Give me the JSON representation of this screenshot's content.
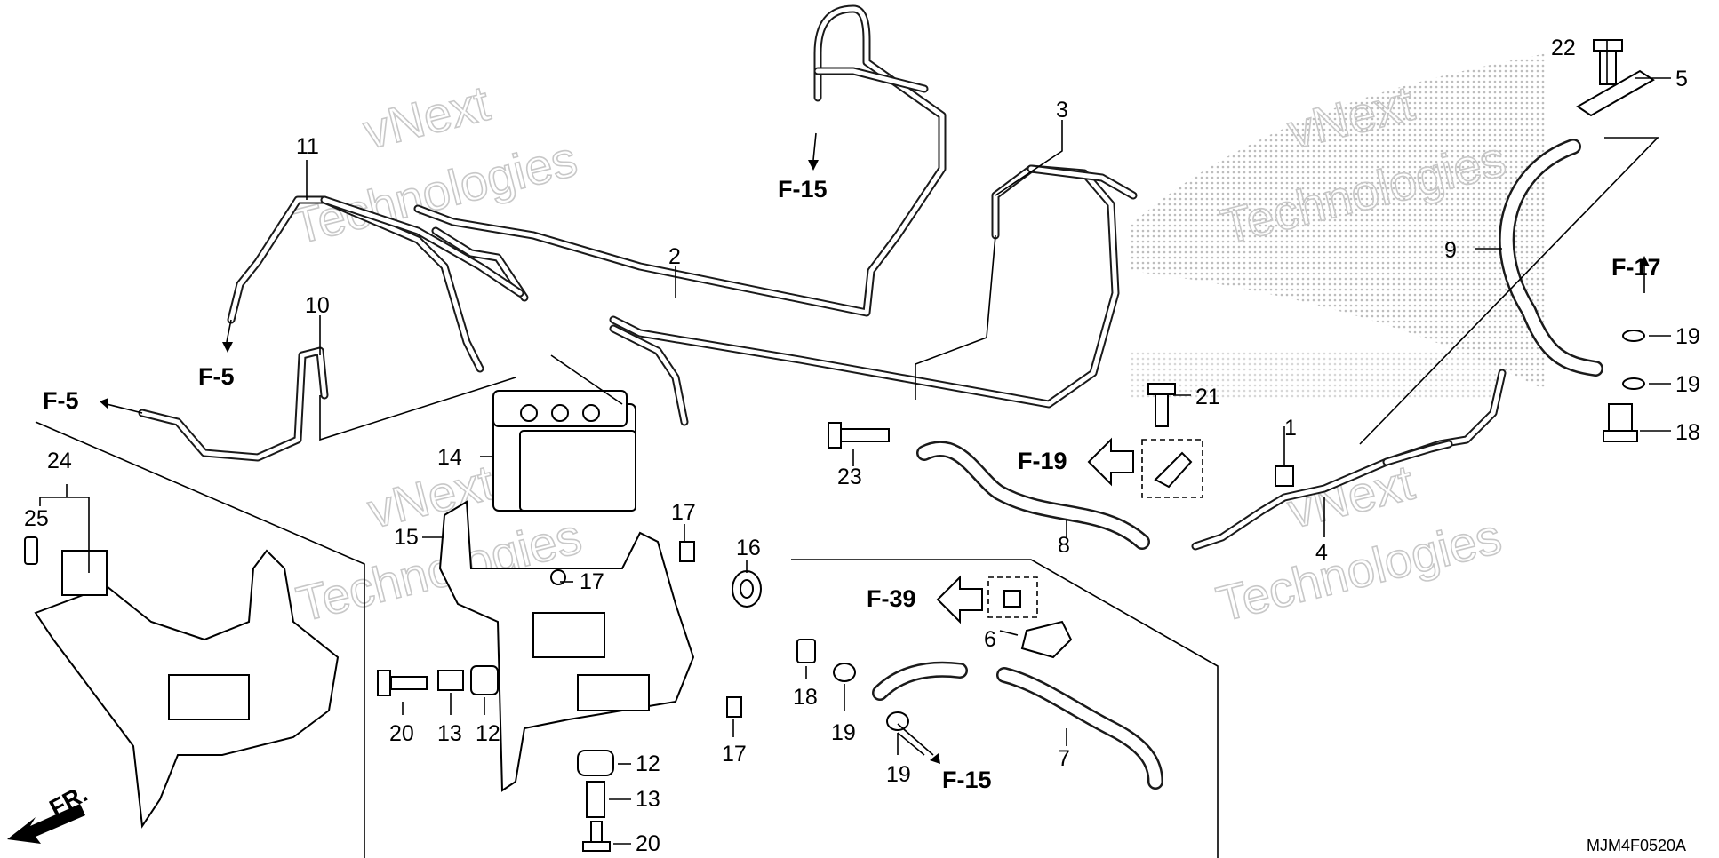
{
  "callouts": [
    "1",
    "2",
    "3",
    "4",
    "5",
    "6",
    "7",
    "8",
    "9",
    "10",
    "11",
    "12",
    "12",
    "13",
    "13",
    "14",
    "15",
    "16",
    "17",
    "17",
    "17",
    "18",
    "18",
    "19",
    "19",
    "19",
    "19",
    "20",
    "20",
    "21",
    "22",
    "23",
    "24",
    "25"
  ],
  "references": {
    "f5_top": "F-5",
    "f5_left": "F-5",
    "f15_top": "F-15",
    "f15_bottom": "F-15",
    "f17": "F-17",
    "f19": "F-19",
    "f39": "F-39"
  },
  "direction_label": "FR.",
  "diagram_code": "MJM4F0520A",
  "watermark": {
    "line1": "vNext",
    "line2": "Technologies"
  },
  "colors": {
    "ink": "#000000",
    "watermark": "#c8c8c8",
    "background": "#ffffff"
  }
}
